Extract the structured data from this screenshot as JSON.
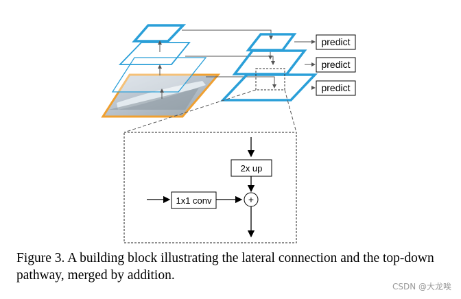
{
  "diagram": {
    "predict_labels": [
      "predict",
      "predict",
      "predict"
    ],
    "upsample_label": "2x up",
    "lateral_label": "1x1 conv",
    "sum_symbol": "+"
  },
  "caption": "Figure 3. A building block illustrating the lateral connection and the top-down pathway, merged by addition.",
  "watermark": "CSDN @大龙唉",
  "colors": {
    "feature_blue": "#2a9fd8",
    "image_orange": "#f0a030",
    "arrow": "#555555",
    "line": "#000000"
  }
}
